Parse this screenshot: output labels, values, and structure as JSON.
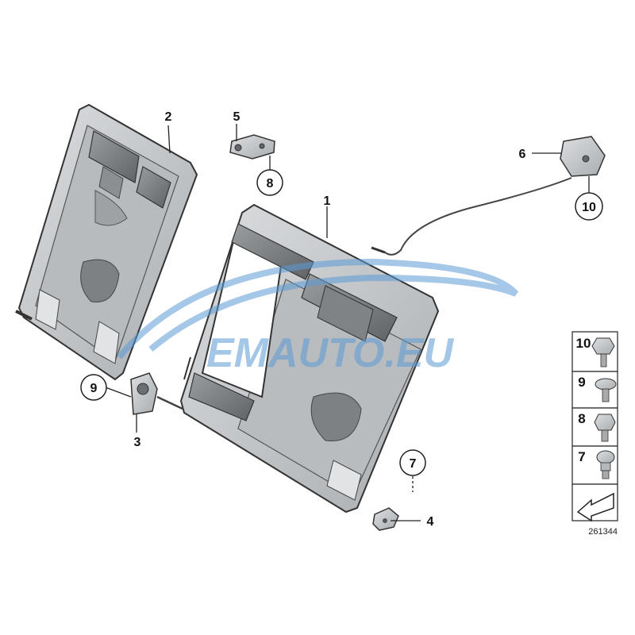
{
  "diagram": {
    "callouts": {
      "c1": "1",
      "c2": "2",
      "c3": "3",
      "c4": "4",
      "c5": "5",
      "c6": "6",
      "c7": "7",
      "c8": "8",
      "c9": "9",
      "c10": "10"
    },
    "legend": [
      {
        "number": "10",
        "icon": "hex-flange-bolt-icon"
      },
      {
        "number": "9",
        "icon": "torx-screw-icon"
      },
      {
        "number": "8",
        "icon": "hex-bolt-icon"
      },
      {
        "number": "7",
        "icon": "torx-stud-bolt-icon"
      }
    ],
    "diagram_id": "261344",
    "watermark": "EMAUTO.EU",
    "colors": {
      "outline": "#333333",
      "metal": "#c9cbcd",
      "metal_dark": "#8f9396",
      "watermark_blue": "#5b9bd5",
      "watermark_red": "#d04040"
    }
  }
}
